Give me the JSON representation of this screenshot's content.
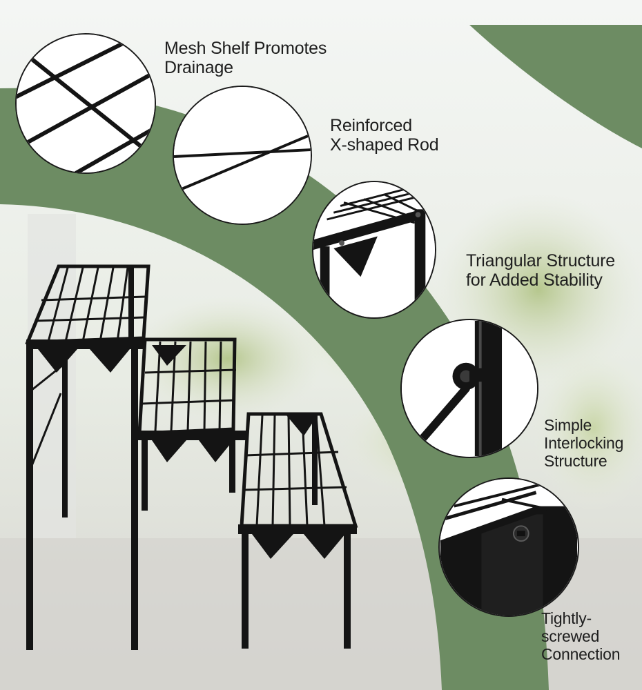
{
  "colors": {
    "band": "#6d8c63",
    "metal": "#141414",
    "text": "#1e1e1e",
    "background_top": "#f2f3f0",
    "background_floor": "#d9d8d3"
  },
  "callouts": [
    {
      "id": "mesh",
      "lines": [
        "Mesh Shelf Promotes",
        "Drainage"
      ]
    },
    {
      "id": "rod",
      "lines": [
        "Reinforced",
        "X-shaped Rod"
      ]
    },
    {
      "id": "triangle",
      "lines": [
        "Triangular Structure",
        "for Added Stability"
      ]
    },
    {
      "id": "interlock",
      "lines": [
        "Simple",
        "Interlocking",
        "Structure"
      ]
    },
    {
      "id": "screw",
      "lines": [
        "Tightly-",
        "screwed",
        "Connection"
      ]
    }
  ]
}
